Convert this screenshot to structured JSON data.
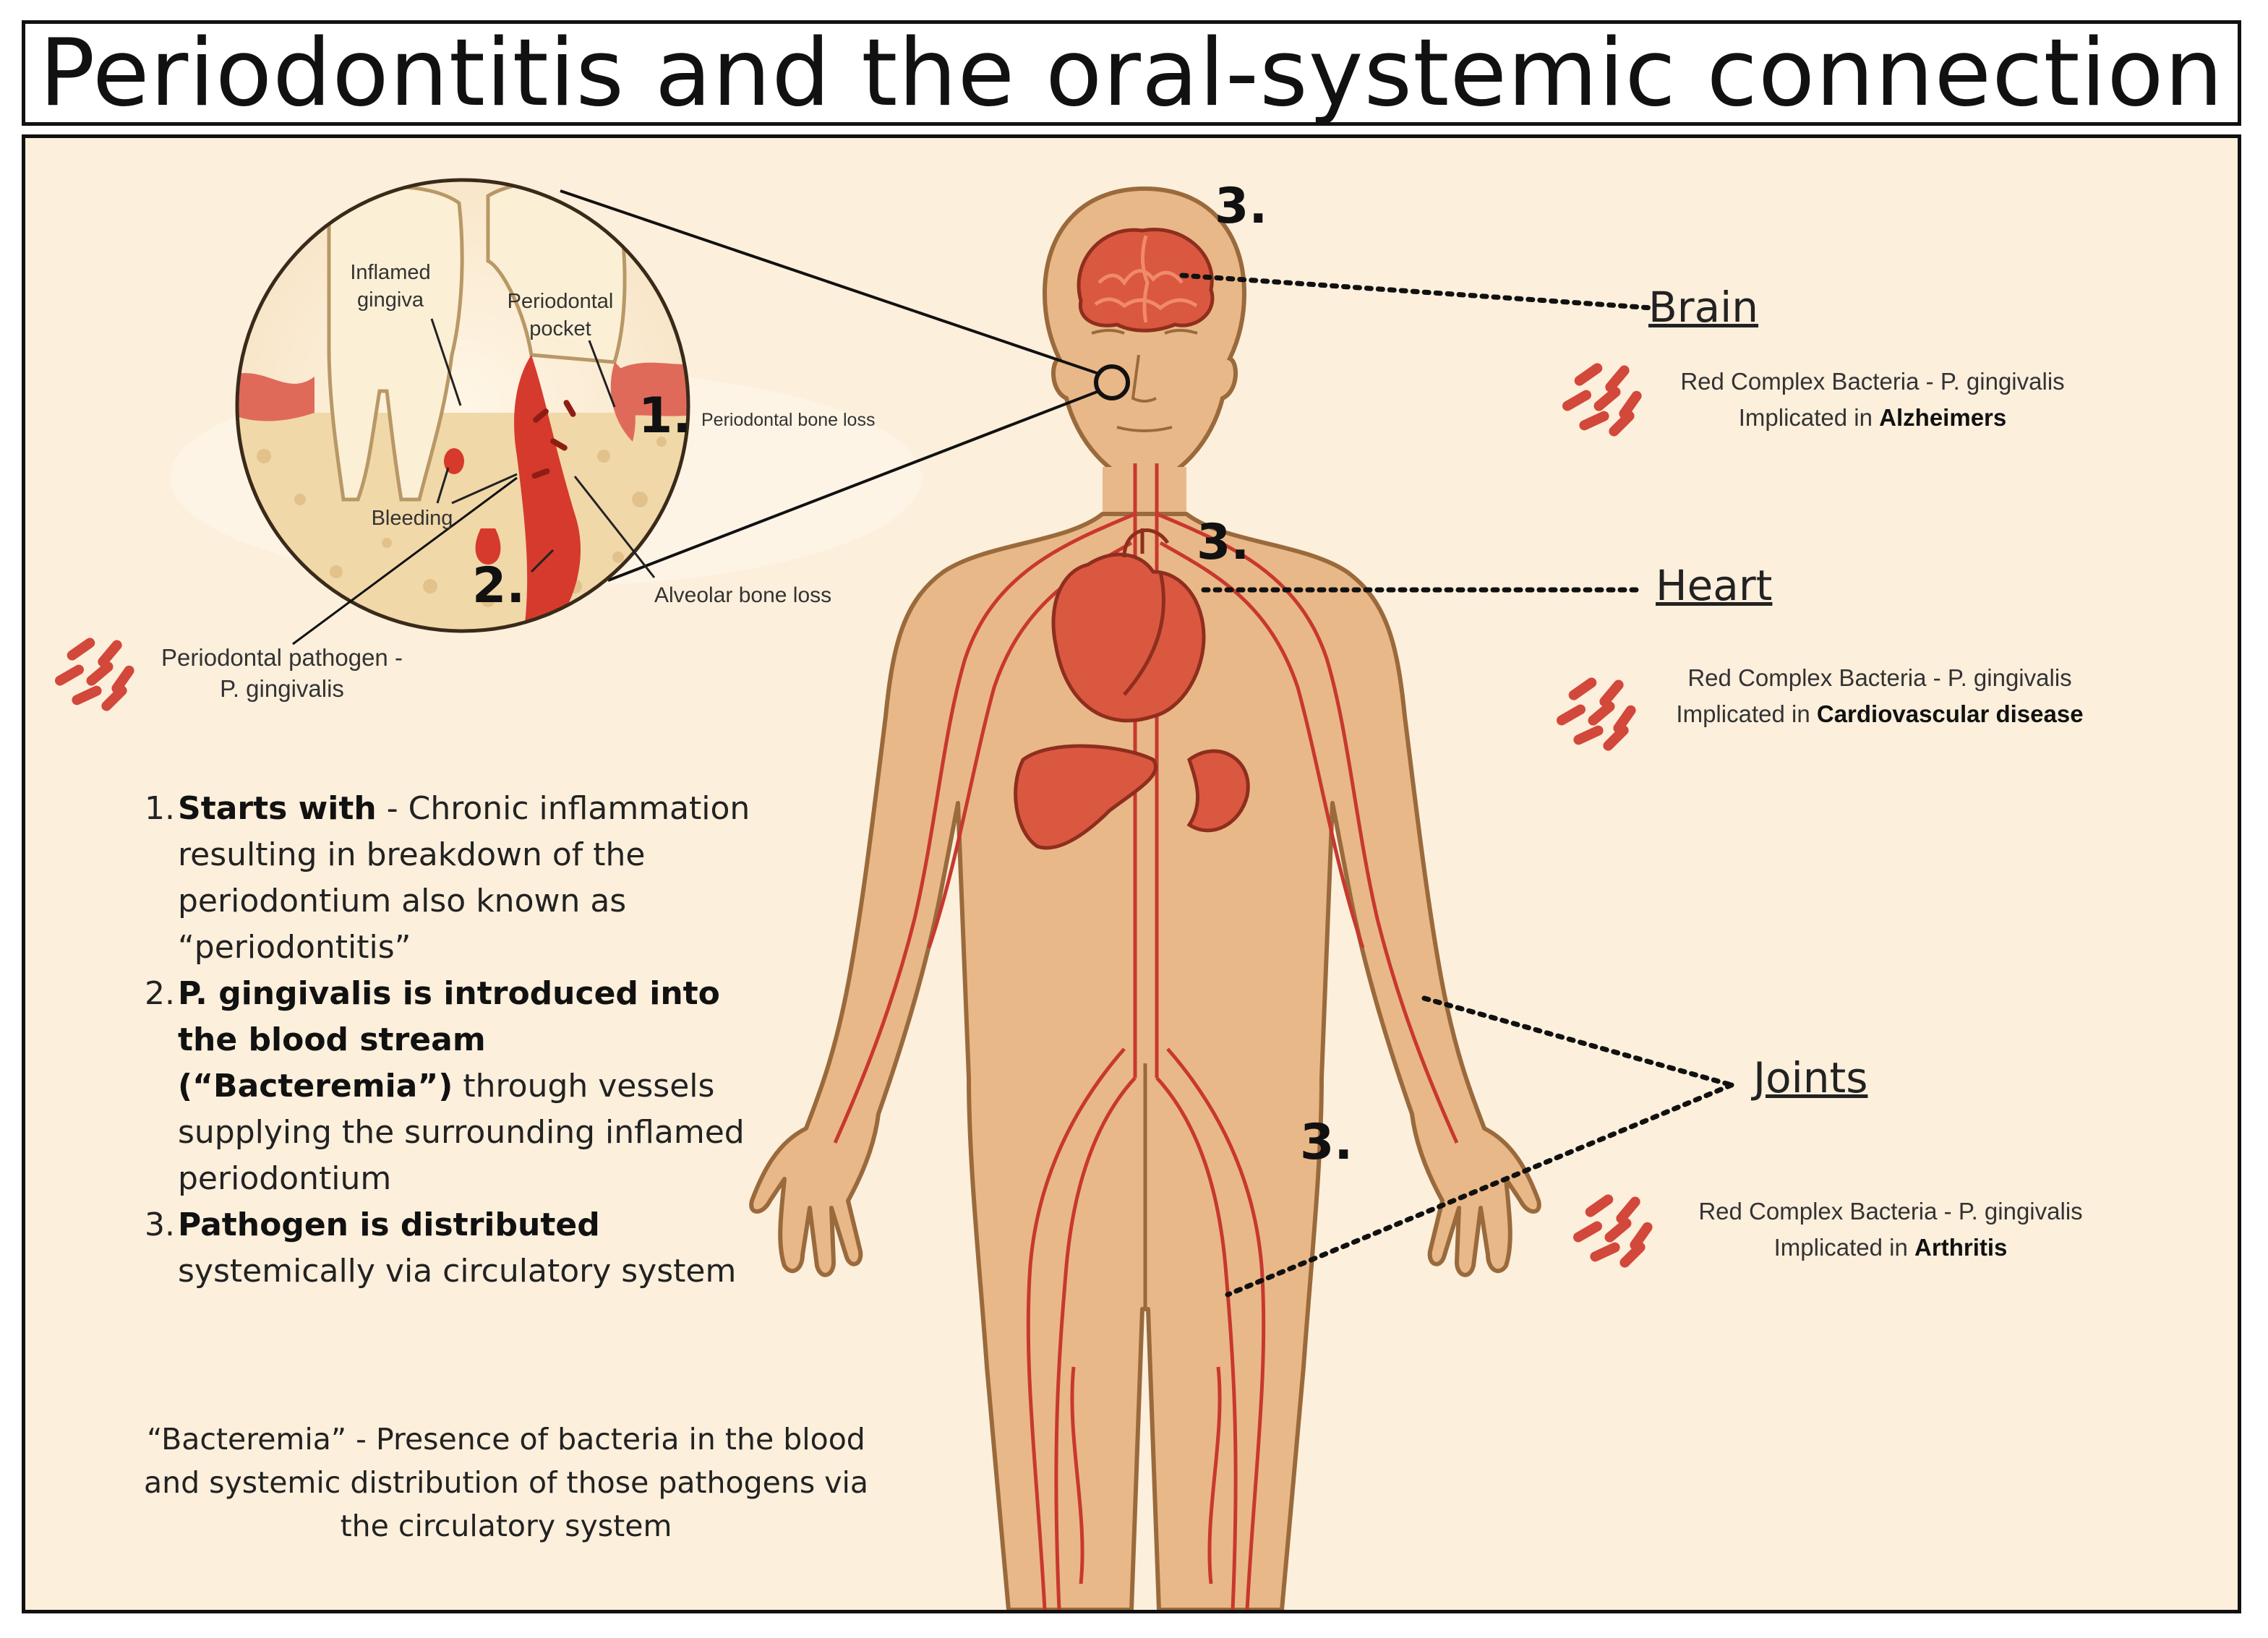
{
  "title": "Periodontitis and the oral-systemic connection",
  "tooth_inset": {
    "labels": {
      "inflamed_gingiva": "Inflamed gingiva",
      "periodontal_pocket": "Periodontal pocket",
      "bleeding": "Bleeding",
      "periodontal_bone_loss": "Periodontal bone loss",
      "alveolar_bone_loss": "Alveolar bone loss"
    },
    "step_markers": {
      "one": "1.",
      "two": "2."
    }
  },
  "pathogen_legend": {
    "line1": "Periodontal pathogen -",
    "line2": "P. gingivalis"
  },
  "body_markers": {
    "brain": "3.",
    "heart": "3.",
    "leg": "3."
  },
  "organs": {
    "brain": {
      "title": "Brain",
      "line1": "Red Complex Bacteria - P. gingivalis",
      "line2_prefix": "Implicated in ",
      "line2_bold": "Alzheimers"
    },
    "heart": {
      "title": "Heart",
      "line1": "Red Complex Bacteria - P. gingivalis",
      "line2_prefix": "Implicated in ",
      "line2_bold": "Cardiovascular disease"
    },
    "joints": {
      "title": "Joints",
      "line1": "Red Complex Bacteria - P. gingivalis",
      "line2_prefix": "Implicated in ",
      "line2_bold": "Arthritis"
    }
  },
  "steps": [
    {
      "n": "1.",
      "bold": "Starts with",
      "rest": " - Chronic inflammation resulting in breakdown of the periodontium also known as “periodontitis”"
    },
    {
      "n": "2.",
      "bold": "P. gingivalis is introduced into the blood stream (“Bacteremia”)",
      "rest": " through vessels supplying the surrounding inflamed periodontium"
    },
    {
      "n": "3.",
      "bold": "Pathogen is distributed",
      "rest": " systemically via circulatory system"
    }
  ],
  "definition": "“Bacteremia” - Presence of bacteria in the blood and systemic distribution of those pathogens via the circulatory system",
  "colors": {
    "background": "#fcefdc",
    "skin": "#e9b888",
    "skin_outline": "#9a6a3c",
    "vessel": "#c8382e",
    "organ": "#d9583f",
    "bacteria": "#d2483a"
  }
}
